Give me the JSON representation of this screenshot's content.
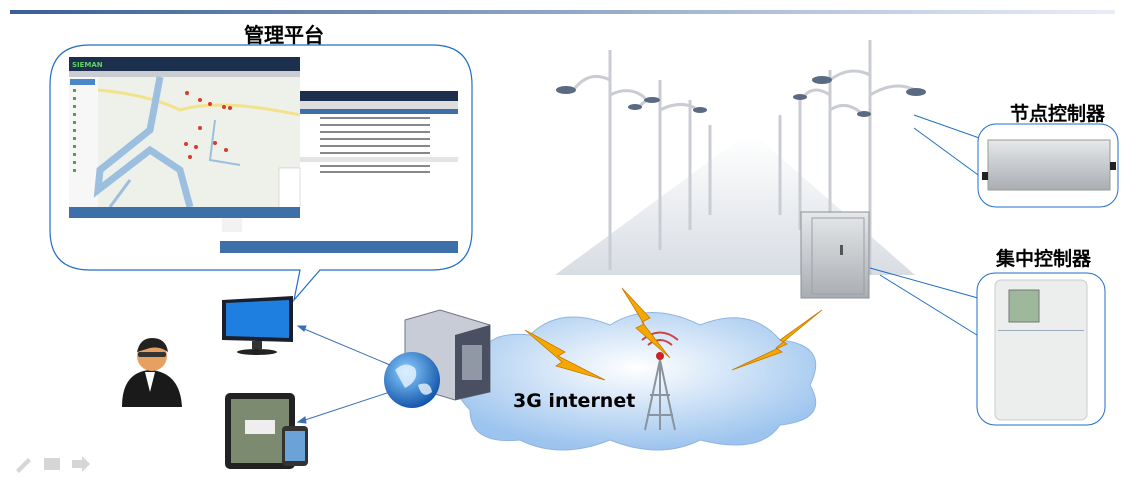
{
  "labels": {
    "management_platform": "管理平台",
    "node_controller": "节点控制器",
    "central_controller": "集中控制器",
    "network": "3G internet"
  },
  "colors": {
    "callout_border": "#1f6fc5",
    "cloud": "#b9d6f5",
    "app_header": "#1c2f4d",
    "app_footer": "#3d6fa8",
    "lightning": "#f5a800"
  }
}
